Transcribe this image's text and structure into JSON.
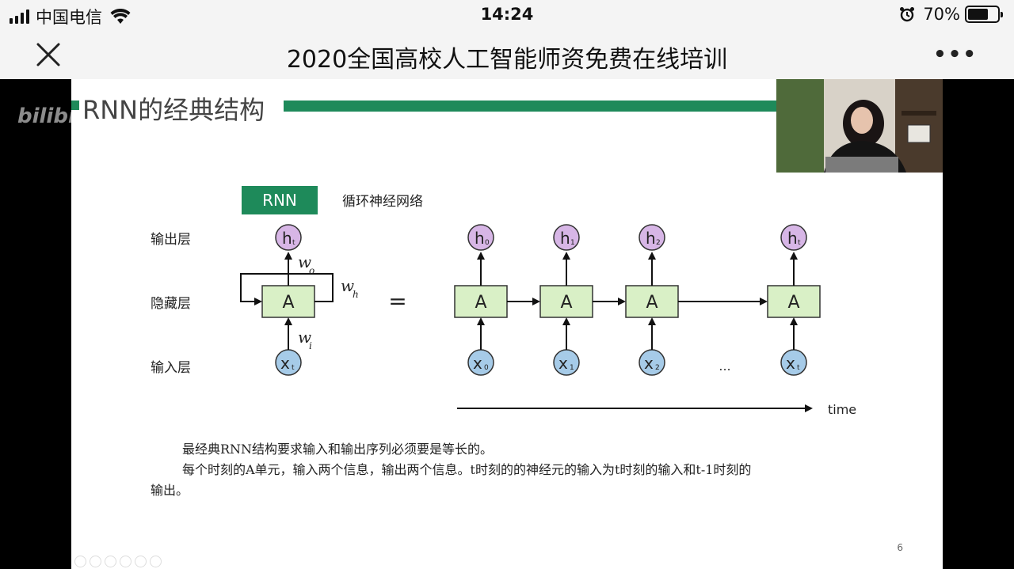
{
  "status_bar": {
    "carrier": "中国电信",
    "time": "14:24",
    "battery": "70%",
    "battery_level": 0.7
  },
  "nav": {
    "title": "2020全国高校人工智能师资免费在线培训",
    "more": "•••"
  },
  "video": {
    "watermark": "bilibili"
  },
  "slide": {
    "title": "RNN的经典结构",
    "rnn_label": "RNN",
    "rnn_cn": "循环神经网络",
    "layers": {
      "output": "输出层",
      "hidden": "隐藏层",
      "input": "输入层"
    },
    "diagram": {
      "folded": {
        "out": "h",
        "out_sub": "t",
        "cell": "A",
        "in": "x",
        "in_sub": "t",
        "w_o": "w",
        "w_o_sub": "o",
        "w_h": "w",
        "w_h_sub": "h",
        "w_i": "w",
        "w_i_sub": "i"
      },
      "equals": "=",
      "unrolled": [
        {
          "out": "h",
          "out_sub": "0",
          "cell": "A",
          "in": "x",
          "in_sub": "0"
        },
        {
          "out": "h",
          "out_sub": "1",
          "cell": "A",
          "in": "x",
          "in_sub": "1"
        },
        {
          "out": "h",
          "out_sub": "2",
          "cell": "A",
          "in": "x",
          "in_sub": "2"
        },
        {
          "out": "h",
          "out_sub": "t",
          "cell": "A",
          "in": "x",
          "in_sub": "t"
        }
      ],
      "ellipsis": "...",
      "time_label": "time"
    },
    "desc_line1": "最经典RNN结构要求输入和输出序列必须要是等长的。",
    "desc_line2": "每个时刻的A单元，输入两个信息，输出两个信息。t时刻的的神经元的输入为t时刻的输入和t-1时刻的",
    "desc_line3": "输出。",
    "page_number": "6"
  },
  "colors": {
    "accent_green": "#1e8a5a",
    "cell_fill": "#d9f0c6",
    "output_fill": "#d7b6e6",
    "input_fill": "#a6cbe8"
  }
}
